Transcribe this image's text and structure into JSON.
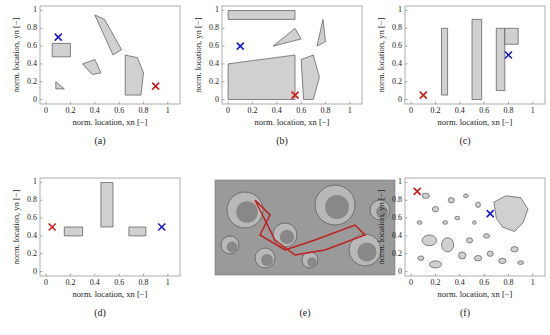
{
  "diagram": {
    "labels": [
      "0",
      "0.2",
      "0.4",
      "0.6",
      "0.8",
      "1",
      "0",
      "0.2",
      "0.4",
      "0.6",
      "0.8",
      "1",
      "norm. location, xn [−]",
      "norm. location, yn [−]",
      "(a)",
      "0",
      "0.2",
      "0.4",
      "0.6",
      "0.8",
      "1",
      "0",
      "0.2",
      "0.4",
      "0.6",
      "0.8",
      "1",
      "norm. location, xn [−]",
      "norm. location, yn [−]",
      "(b)",
      "0",
      "0.2",
      "0.4",
      "0.6",
      "0.8",
      "1",
      "0",
      "0.2",
      "0.4",
      "0.6",
      "0.8",
      "1",
      "norm. location, xn [−]",
      "norm. location, yn [−]",
      "(c)",
      "0",
      "0.2",
      "0.4",
      "0.6",
      "0.8",
      "1",
      "0",
      "0.2",
      "0.4",
      "0.6",
      "0.8",
      "1",
      "norm. location, xn [−]",
      "norm. location, yn [−]",
      "(d)",
      "(e)",
      "0",
      "0.2",
      "0.4",
      "0.6",
      "0.8",
      "1",
      "0",
      "0.2",
      "0.4",
      "0.6",
      "0.8",
      "1",
      "norm. location, xn [−]",
      "norm. location, yn [−]",
      "(f)"
    ]
  }
}
